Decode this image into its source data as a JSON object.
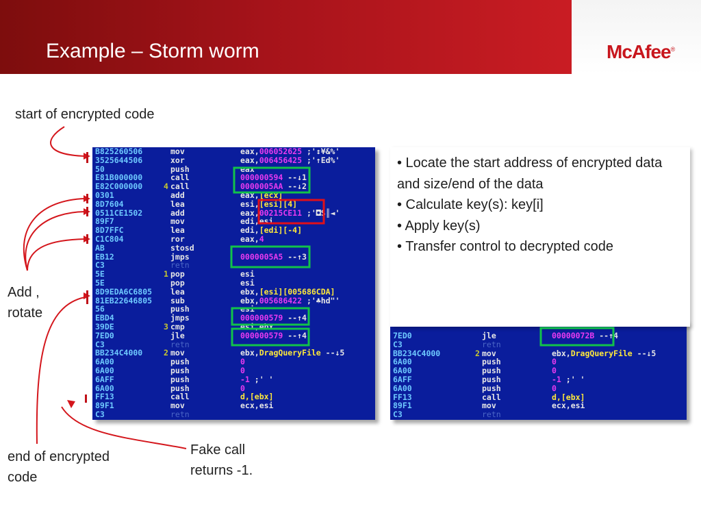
{
  "slide": {
    "title": "Example – Storm worm",
    "logo_text": "McAfee",
    "logo_mark": "®"
  },
  "annotations": {
    "start": "start of encrypted code",
    "add_rotate_1": "Add ,",
    "add_rotate_2": "rotate",
    "end_1": "end of encrypted",
    "end_2": "code",
    "fake_1": "Fake call",
    "fake_2": "returns -1."
  },
  "bullets": [
    "• Locate the start address of encrypted data and size/end of the data",
    "• Calculate key(s): key[i]",
    "• Apply key(s)",
    "• Transfer control to decrypted code"
  ],
  "disasm_left": [
    {
      "hex": "B825260506",
      "mark": "",
      "mn": "mov",
      "op": [
        {
          "t": "eax,",
          "c": "white"
        },
        {
          "t": "006052625",
          "c": "mag"
        },
        {
          "t": " ;'↕¥&%'",
          "c": "white"
        }
      ]
    },
    {
      "hex": "3525644506",
      "mark": "",
      "mn": "xor",
      "op": [
        {
          "t": "eax,",
          "c": "white"
        },
        {
          "t": "006456425",
          "c": "mag"
        },
        {
          "t": " ;'↑Ed%'",
          "c": "white"
        }
      ]
    },
    {
      "hex": "50",
      "mark": "",
      "mn": "push",
      "op": [
        {
          "t": "eax",
          "c": "white"
        }
      ]
    },
    {
      "hex": "E81B000000",
      "mark": "",
      "mn": "call",
      "op": [
        {
          "t": "000000594",
          "c": "mag"
        },
        {
          "t": " --↓1",
          "c": "white"
        }
      ]
    },
    {
      "hex": "E82C000000",
      "mark": "4",
      "mn": "call",
      "op": [
        {
          "t": "0000005AA",
          "c": "mag"
        },
        {
          "t": " --↓2",
          "c": "white"
        }
      ]
    },
    {
      "hex": "0301",
      "mark": "",
      "mn": "add",
      "op": [
        {
          "t": "eax,",
          "c": "white"
        },
        {
          "t": "[ecx]",
          "c": "yellow"
        }
      ]
    },
    {
      "hex": "8D7604",
      "mark": "",
      "mn": "lea",
      "op": [
        {
          "t": "esi,",
          "c": "white"
        },
        {
          "t": "[esi][4]",
          "c": "yellow"
        }
      ]
    },
    {
      "hex": "0511CE1502",
      "mark": "",
      "mn": "add",
      "op": [
        {
          "t": "eax,",
          "c": "white"
        },
        {
          "t": "00215CE11",
          "c": "mag"
        },
        {
          "t": " ;'◘S║◄'",
          "c": "white"
        }
      ]
    },
    {
      "hex": "89F7",
      "mark": "",
      "mn": "mov",
      "op": [
        {
          "t": "edi,esi",
          "c": "white"
        }
      ]
    },
    {
      "hex": "8D7FFC",
      "mark": "",
      "mn": "lea",
      "op": [
        {
          "t": "edi,",
          "c": "white"
        },
        {
          "t": "[edi][-4]",
          "c": "yellow"
        }
      ]
    },
    {
      "hex": "C1C804",
      "mark": "",
      "mn": "ror",
      "op": [
        {
          "t": "eax,",
          "c": "white"
        },
        {
          "t": "4",
          "c": "mag"
        }
      ]
    },
    {
      "hex": "AB",
      "mark": "",
      "mn": "stosd",
      "op": []
    },
    {
      "hex": "EB12",
      "mark": "",
      "mn": "jmps",
      "op": [
        {
          "t": "0000005A5",
          "c": "mag"
        },
        {
          "t": " --↑3",
          "c": "white"
        }
      ]
    },
    {
      "hex": "C3",
      "mark": "",
      "mn": "retn",
      "op": []
    },
    {
      "hex": "5E",
      "mark": "1",
      "mn": "pop",
      "op": [
        {
          "t": "esi",
          "c": "white"
        }
      ]
    },
    {
      "hex": "5E",
      "mark": "",
      "mn": "pop",
      "op": [
        {
          "t": "esi",
          "c": "white"
        }
      ]
    },
    {
      "hex": "8D9EDA6C6805",
      "mark": "",
      "mn": "lea",
      "op": [
        {
          "t": "ebx,",
          "c": "white"
        },
        {
          "t": "[esi][005686CDA]",
          "c": "yellow"
        }
      ]
    },
    {
      "hex": "81EB22646805",
      "mark": "",
      "mn": "sub",
      "op": [
        {
          "t": "ebx,",
          "c": "white"
        },
        {
          "t": "005686422",
          "c": "mag"
        },
        {
          "t": " ;'♣hd\"'",
          "c": "white"
        }
      ]
    },
    {
      "hex": "56",
      "mark": "",
      "mn": "push",
      "op": [
        {
          "t": "esi",
          "c": "white"
        }
      ]
    },
    {
      "hex": "EBD4",
      "mark": "",
      "mn": "jmps",
      "op": [
        {
          "t": "000000579",
          "c": "mag"
        },
        {
          "t": " --↑4",
          "c": "white"
        }
      ]
    },
    {
      "hex": "39DE",
      "mark": "3",
      "mn": "cmp",
      "op": [
        {
          "t": "esi,ebx",
          "c": "white"
        }
      ]
    },
    {
      "hex": "7ED0",
      "mark": "",
      "mn": "jle",
      "op": [
        {
          "t": "000000579",
          "c": "mag"
        },
        {
          "t": " --↑4",
          "c": "white"
        }
      ]
    },
    {
      "hex": "C3",
      "mark": "",
      "mn": "retn",
      "op": []
    },
    {
      "hex": "BB234C4000",
      "mark": "2",
      "mn": "mov",
      "op": [
        {
          "t": "ebx,",
          "c": "white"
        },
        {
          "t": "DragQueryFile",
          "c": "yellow"
        },
        {
          "t": " --↓5",
          "c": "white"
        }
      ]
    },
    {
      "hex": "6A00",
      "mark": "",
      "mn": "push",
      "op": [
        {
          "t": "0",
          "c": "mag"
        }
      ]
    },
    {
      "hex": "6A00",
      "mark": "",
      "mn": "push",
      "op": [
        {
          "t": "0",
          "c": "mag"
        }
      ]
    },
    {
      "hex": "6AFF",
      "mark": "",
      "mn": "push",
      "op": [
        {
          "t": "-1",
          "c": "mag"
        },
        {
          "t": " ;' '",
          "c": "white"
        }
      ]
    },
    {
      "hex": "6A00",
      "mark": "",
      "mn": "push",
      "op": [
        {
          "t": "0",
          "c": "mag"
        }
      ]
    },
    {
      "hex": "FF13",
      "mark": "",
      "mn": "call",
      "op": [
        {
          "t": "d,[ebx]",
          "c": "yellow"
        }
      ]
    },
    {
      "hex": "89F1",
      "mark": "",
      "mn": "mov",
      "op": [
        {
          "t": "ecx,esi",
          "c": "white"
        }
      ]
    },
    {
      "hex": "C3",
      "mark": "",
      "mn": "retn",
      "op": []
    }
  ],
  "disasm_right": [
    {
      "hex": "7ED0",
      "mark": "",
      "mn": "jle",
      "op": [
        {
          "t": "00000072B",
          "c": "mag"
        },
        {
          "t": " --↑4",
          "c": "white"
        }
      ]
    },
    {
      "hex": "C3",
      "mark": "",
      "mn": "retn",
      "op": []
    },
    {
      "hex": "BB234C4000",
      "mark": "2",
      "mn": "mov",
      "op": [
        {
          "t": "ebx,",
          "c": "white"
        },
        {
          "t": "DragQueryFile",
          "c": "yellow"
        },
        {
          "t": " --↓5",
          "c": "white"
        }
      ]
    },
    {
      "hex": "6A00",
      "mark": "",
      "mn": "push",
      "op": [
        {
          "t": "0",
          "c": "mag"
        }
      ]
    },
    {
      "hex": "6A00",
      "mark": "",
      "mn": "push",
      "op": [
        {
          "t": "0",
          "c": "mag"
        }
      ]
    },
    {
      "hex": "6AFF",
      "mark": "",
      "mn": "push",
      "op": [
        {
          "t": "-1",
          "c": "mag"
        },
        {
          "t": " ;' '",
          "c": "white"
        }
      ]
    },
    {
      "hex": "6A00",
      "mark": "",
      "mn": "push",
      "op": [
        {
          "t": "0",
          "c": "mag"
        }
      ]
    },
    {
      "hex": "FF13",
      "mark": "",
      "mn": "call",
      "op": [
        {
          "t": "d,[ebx]",
          "c": "yellow"
        }
      ]
    },
    {
      "hex": "89F1",
      "mark": "",
      "mn": "mov",
      "op": [
        {
          "t": "ecx,esi",
          "c": "white"
        }
      ]
    },
    {
      "hex": "C3",
      "mark": "",
      "mn": "retn",
      "op": []
    }
  ],
  "colors": {
    "brand_red": "#c8161d",
    "panel_blue": "#0a1d9c",
    "highlight_green": "#12c24a",
    "highlight_red": "#e0101a",
    "arrow_red": "#d4161c"
  }
}
